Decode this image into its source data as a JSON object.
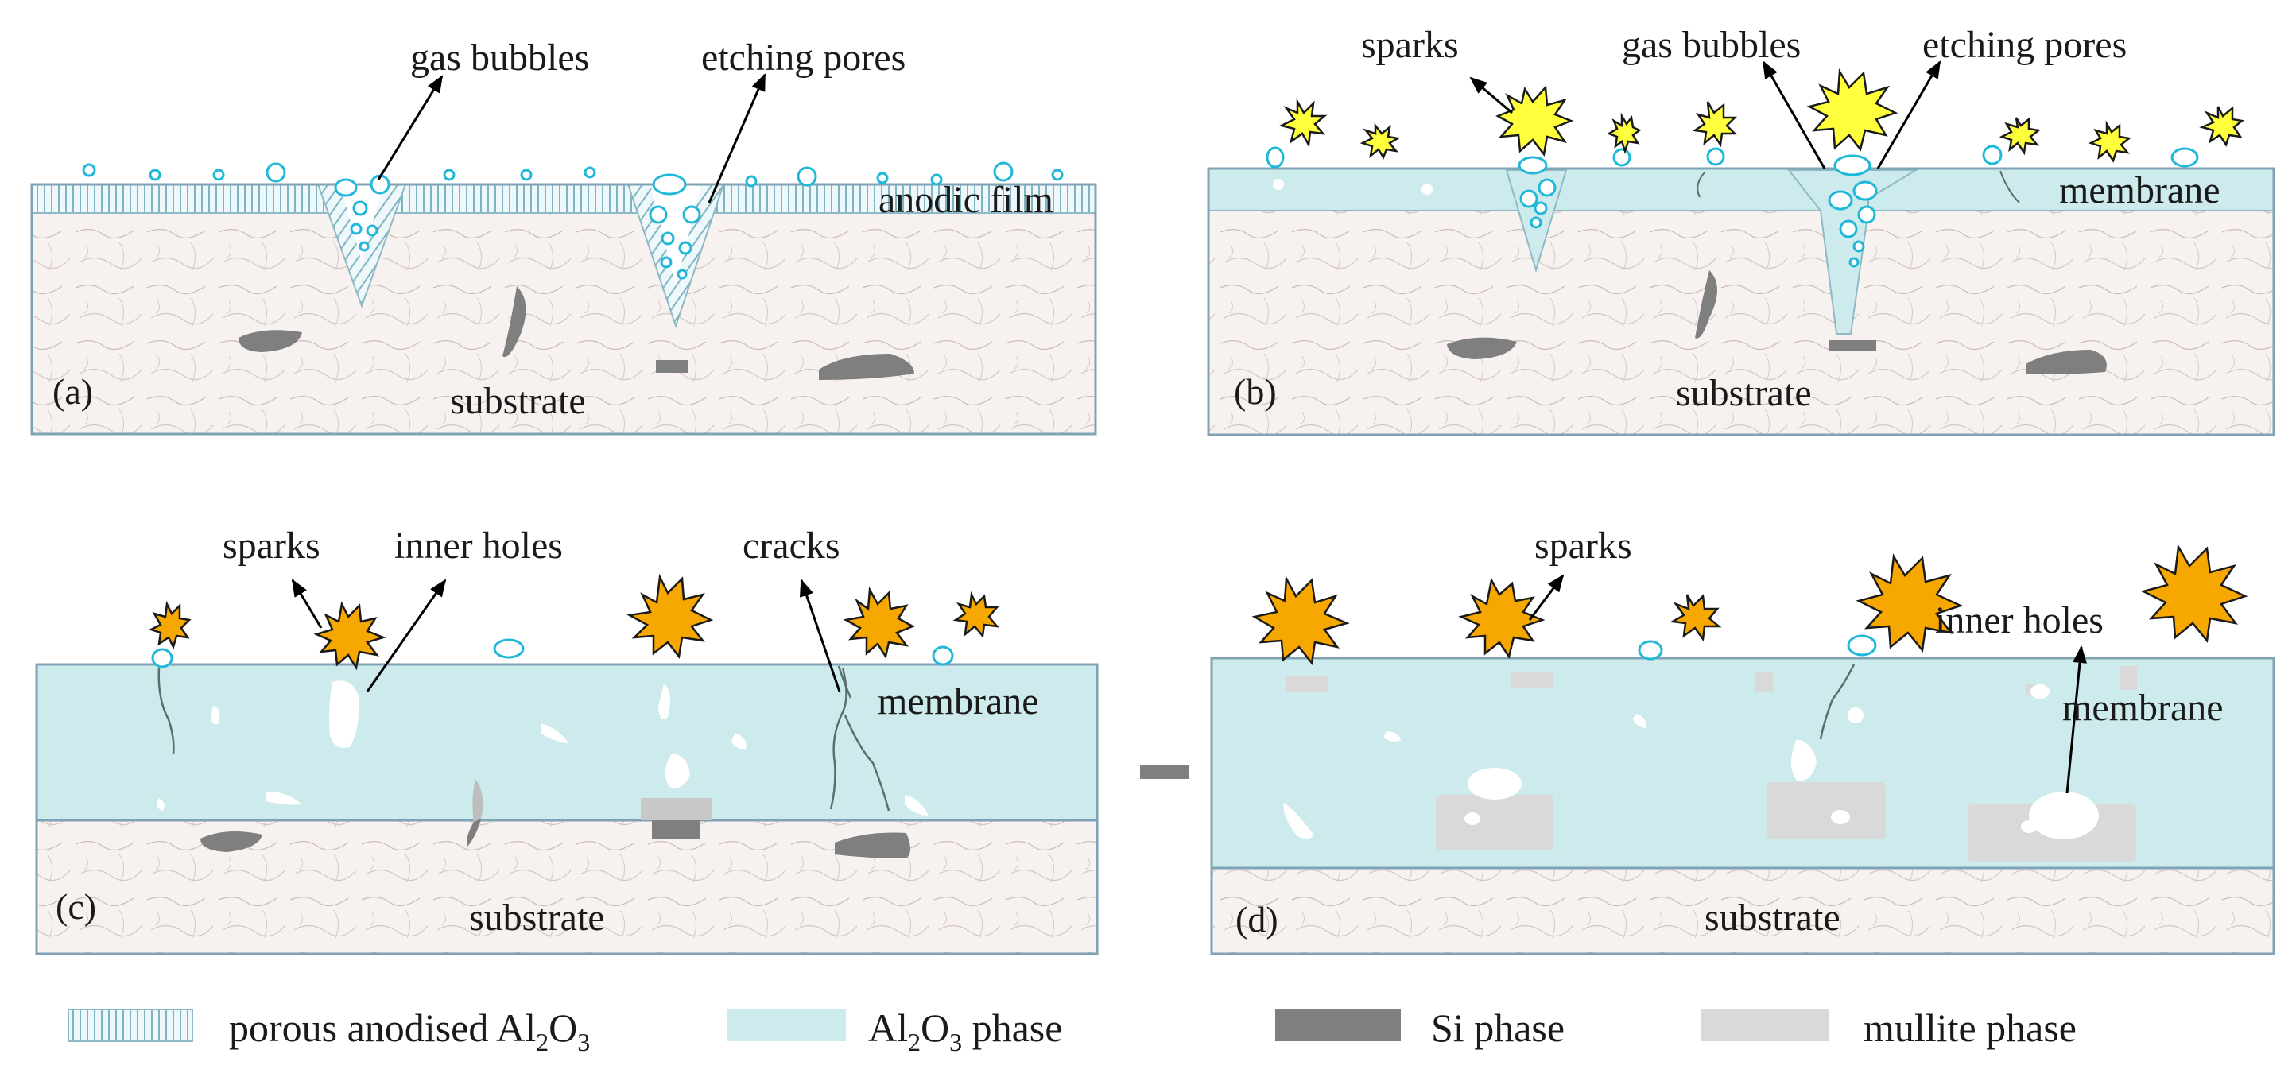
{
  "panels": {
    "a": {
      "letter": "(a)",
      "layer_label": "anodic film",
      "substrate_label": "substrate",
      "callouts": {
        "gas_bubbles": "gas bubbles",
        "etching_pores": "etching pores"
      }
    },
    "b": {
      "letter": "(b)",
      "layer_label": "membrane",
      "substrate_label": "substrate",
      "callouts": {
        "sparks": "sparks",
        "gas_bubbles": "gas bubbles",
        "etching_pores": "etching pores"
      }
    },
    "c": {
      "letter": "(c)",
      "layer_label": "membrane",
      "substrate_label": "substrate",
      "callouts": {
        "sparks": "sparks",
        "inner_holes": "inner holes",
        "cracks": "cracks"
      }
    },
    "d": {
      "letter": "(d)",
      "layer_label": "membrane",
      "substrate_label": "substrate",
      "callouts": {
        "sparks": "sparks",
        "inner_holes": "inner holes"
      }
    }
  },
  "legend": {
    "porous": {
      "text_pre": "porous anodised Al",
      "sub1": "2",
      "mid": "O",
      "sub2": "3"
    },
    "al2o3": {
      "text_pre": "Al",
      "sub1": "2",
      "mid": "O",
      "sub2": "3",
      "text_post": " phase"
    },
    "si": {
      "text": "Si phase"
    },
    "mullite": {
      "text": "mullite phase"
    }
  },
  "colors": {
    "membrane": "#cdebec",
    "substrate": "#f7f2ef",
    "frame": "#7fa2b4",
    "si_phase": "#7f7f7f",
    "mullite_phase": "#d9d9d9",
    "bubble": "#1fb8d8",
    "spark_yellow": "#ffff3c",
    "spark_orange": "#f7a800"
  }
}
